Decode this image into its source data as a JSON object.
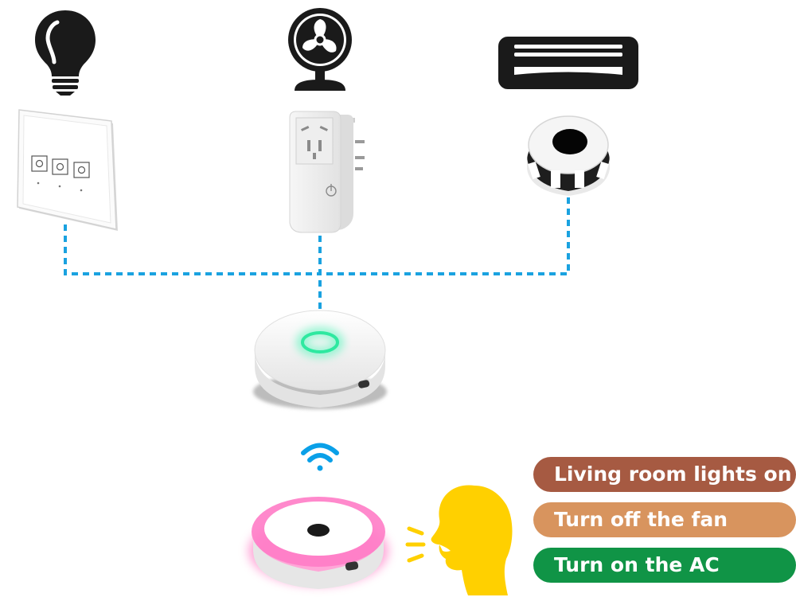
{
  "appliances": [
    {
      "name": "light",
      "icon": "light-bulb-icon",
      "controller": "wall-touch-switch"
    },
    {
      "name": "fan",
      "icon": "desk-fan-icon",
      "controller": "smart-plug"
    },
    {
      "name": "air-conditioner",
      "icon": "air-conditioner-icon",
      "controller": "ir-controller"
    }
  ],
  "hub": {
    "name": "smart-home-hub",
    "status_color": "#2ee8a0"
  },
  "speaker": {
    "name": "smart-speaker",
    "glow_color": "#ff5fb8"
  },
  "wireless": {
    "icon": "wifi-icon",
    "color": "#0aa0e8"
  },
  "voice": {
    "icon": "speaking-head-icon",
    "color": "#ffd000"
  },
  "connection_color": "#1aa2e0",
  "commands": [
    {
      "label": "Living room lights on",
      "color": "#a65a42"
    },
    {
      "label": "Turn off the fan",
      "color": "#d8945e"
    },
    {
      "label": "Turn on the AC",
      "color": "#109446"
    }
  ]
}
